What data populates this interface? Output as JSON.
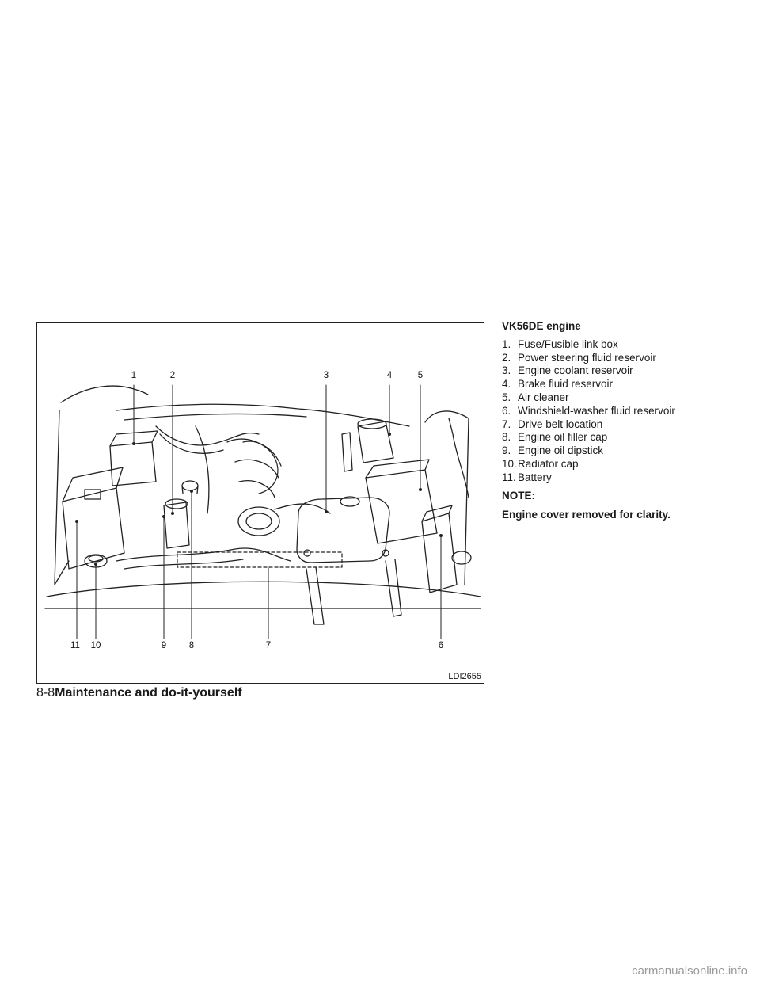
{
  "figure": {
    "code": "LDI2655",
    "callouts": [
      "1",
      "2",
      "3",
      "4",
      "5",
      "6",
      "7",
      "8",
      "9",
      "10",
      "11"
    ]
  },
  "text": {
    "heading": "VK56DE engine",
    "items": [
      {
        "num": "1.",
        "label": "Fuse/Fusible link box"
      },
      {
        "num": "2.",
        "label": "Power steering fluid reservoir"
      },
      {
        "num": "3.",
        "label": "Engine coolant reservoir"
      },
      {
        "num": "4.",
        "label": "Brake fluid reservoir"
      },
      {
        "num": "5.",
        "label": "Air cleaner"
      },
      {
        "num": "6.",
        "label": "Windshield-washer fluid reservoir"
      },
      {
        "num": "7.",
        "label": "Drive belt location"
      },
      {
        "num": "8.",
        "label": "Engine oil filler cap"
      },
      {
        "num": "9.",
        "label": "Engine oil dipstick"
      },
      {
        "num": "10.",
        "label": "Radiator cap"
      },
      {
        "num": "11.",
        "label": "Battery"
      }
    ],
    "note_label": "NOTE:",
    "note_text": "Engine cover removed for clarity."
  },
  "footer": {
    "page": "8-8",
    "section": "Maintenance and do-it-yourself"
  },
  "watermark": "carmanualsonline.info"
}
